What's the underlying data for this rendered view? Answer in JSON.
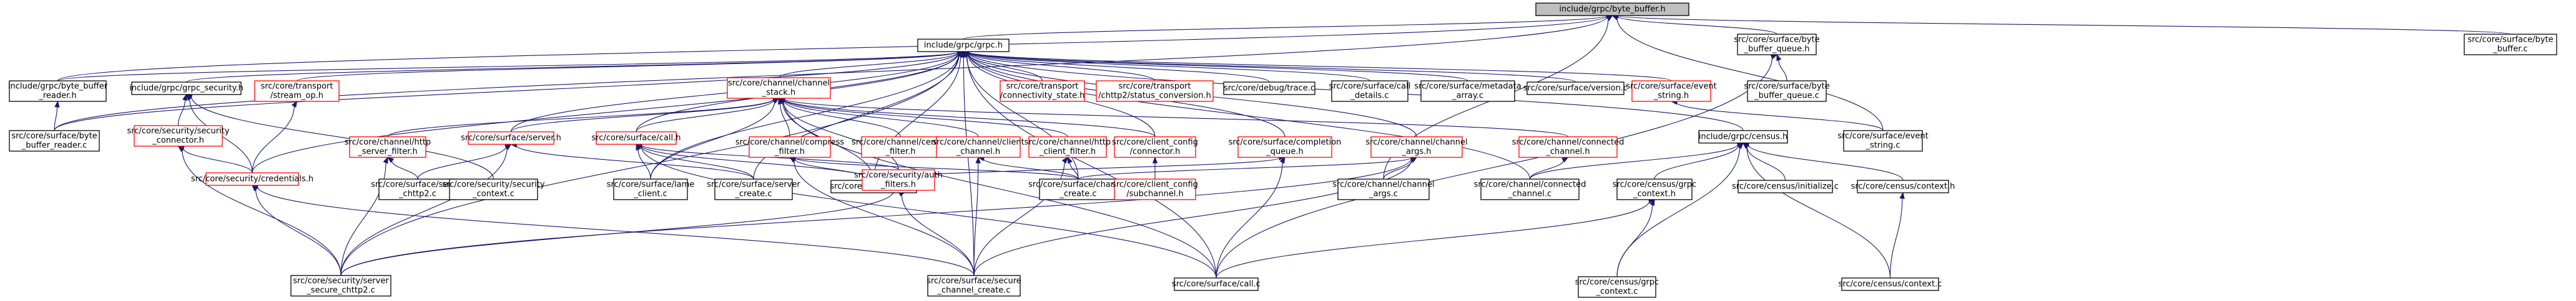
{
  "graph": {
    "title": "include/grpc/byte_buffer.h",
    "nodes": [
      {
        "id": "byte_buffer_h",
        "lines": [
          "include/grpc/byte_buffer.h"
        ],
        "style": "root"
      },
      {
        "id": "grpc_h",
        "lines": [
          "include/grpc/grpc.h"
        ],
        "style": "black"
      },
      {
        "id": "sbq_h",
        "lines": [
          "src/core/surface/byte",
          "_buffer_queue.h"
        ],
        "style": "black"
      },
      {
        "id": "sb_c",
        "lines": [
          "src/core/surface/byte",
          "_buffer.c"
        ],
        "style": "black"
      },
      {
        "id": "bbr_h",
        "lines": [
          "include/grpc/byte_buffer",
          "_reader.h"
        ],
        "style": "black"
      },
      {
        "id": "grpc_security_h",
        "lines": [
          "include/grpc/grpc_security.h"
        ],
        "style": "black"
      },
      {
        "id": "stream_op_h",
        "lines": [
          "src/core/transport",
          "/stream_op.h"
        ],
        "style": "red"
      },
      {
        "id": "channel_stack_h",
        "lines": [
          "src/core/channel/channel",
          "_stack.h"
        ],
        "style": "red"
      },
      {
        "id": "connectivity_state_h",
        "lines": [
          "src/core/transport",
          "/connectivity_state.h"
        ],
        "style": "red"
      },
      {
        "id": "status_conversion_h",
        "lines": [
          "src/core/transport",
          "/chttp2/status_conversion.h"
        ],
        "style": "red"
      },
      {
        "id": "trace_c",
        "lines": [
          "src/core/debug/trace.c"
        ],
        "style": "black"
      },
      {
        "id": "call_details_c",
        "lines": [
          "src/core/surface/call",
          "_details.c"
        ],
        "style": "black"
      },
      {
        "id": "metadata_array_c",
        "lines": [
          "src/core/surface/metadata",
          "_array.c"
        ],
        "style": "black"
      },
      {
        "id": "version_c",
        "lines": [
          "src/core/surface/version.c"
        ],
        "style": "black"
      },
      {
        "id": "event_string_h",
        "lines": [
          "src/core/surface/event",
          "_string.h"
        ],
        "style": "red"
      },
      {
        "id": "sbq_c",
        "lines": [
          "src/core/surface/byte",
          "_buffer_queue.c"
        ],
        "style": "black"
      },
      {
        "id": "bbr_c",
        "lines": [
          "src/core/surface/byte",
          "_buffer_reader.c"
        ],
        "style": "black"
      },
      {
        "id": "security_connector_h",
        "lines": [
          "src/core/security/security",
          "_connector.h"
        ],
        "style": "red"
      },
      {
        "id": "credentials_h",
        "lines": [
          "src/core/security/credentials.h"
        ],
        "style": "red"
      },
      {
        "id": "http_server_filter_h",
        "lines": [
          "src/core/channel/http",
          "_server_filter.h"
        ],
        "style": "red"
      },
      {
        "id": "server_h",
        "lines": [
          "src/core/surface/server.h"
        ],
        "style": "red"
      },
      {
        "id": "call_h",
        "lines": [
          "src/core/surface/call.h"
        ],
        "style": "red"
      },
      {
        "id": "compress_filter_h",
        "lines": [
          "src/core/channel/compress",
          "_filter.h"
        ],
        "style": "red"
      },
      {
        "id": "census_filter_h",
        "lines": [
          "src/core/channel/census",
          "_filter.h"
        ],
        "style": "red"
      },
      {
        "id": "client_channel_h",
        "lines": [
          "src/core/channel/client",
          "_channel.h"
        ],
        "style": "red"
      },
      {
        "id": "http_client_filter_h",
        "lines": [
          "src/core/channel/http",
          "_client_filter.h"
        ],
        "style": "red"
      },
      {
        "id": "connector_h",
        "lines": [
          "src/core/client_config",
          "/connector.h"
        ],
        "style": "red"
      },
      {
        "id": "completion_queue_h",
        "lines": [
          "src/core/surface/completion",
          "_queue.h"
        ],
        "style": "red"
      },
      {
        "id": "channel_args_h",
        "lines": [
          "src/core/channel/channel",
          "_args.h"
        ],
        "style": "red"
      },
      {
        "id": "connected_channel_h",
        "lines": [
          "src/core/channel/connected",
          "_channel.h"
        ],
        "style": "red"
      },
      {
        "id": "census_h",
        "lines": [
          "include/grpc/census.h"
        ],
        "style": "black"
      },
      {
        "id": "event_string_c",
        "lines": [
          "src/core/surface/event",
          "_string.c"
        ],
        "style": "black"
      },
      {
        "id": "server_chttp2_c",
        "lines": [
          "src/core/surface/server",
          "_chttp2.c"
        ],
        "style": "black"
      },
      {
        "id": "security_context_c",
        "lines": [
          "src/core/security/security",
          "_context.c"
        ],
        "style": "black"
      },
      {
        "id": "lame_client_c",
        "lines": [
          "src/core/surface/lame",
          "_client.c"
        ],
        "style": "black"
      },
      {
        "id": "server_create_c",
        "lines": [
          "src/core/surface/server",
          "_create.c"
        ],
        "style": "black"
      },
      {
        "id": "init_c",
        "lines": [
          "src/core/surface/init.c"
        ],
        "style": "black"
      },
      {
        "id": "channel_create_c",
        "lines": [
          "src/core/surface/channel",
          "_create.c"
        ],
        "style": "black"
      },
      {
        "id": "subchannel_h",
        "lines": [
          "src/core/client_config",
          "/subchannel.h"
        ],
        "style": "red"
      },
      {
        "id": "channel_args_c",
        "lines": [
          "src/core/channel/channel",
          "_args.c"
        ],
        "style": "black"
      },
      {
        "id": "connected_channel_c",
        "lines": [
          "src/core/channel/connected",
          "_channel.c"
        ],
        "style": "black"
      },
      {
        "id": "census_grpc_context_h",
        "lines": [
          "src/core/census/grpc",
          "_context.h"
        ],
        "style": "black"
      },
      {
        "id": "census_initialize_c",
        "lines": [
          "src/core/census/initialize.c"
        ],
        "style": "black"
      },
      {
        "id": "census_context_h",
        "lines": [
          "src/core/census/context.h"
        ],
        "style": "black"
      },
      {
        "id": "auth_filters_h",
        "lines": [
          "src/core/security/auth",
          "_filters.h"
        ],
        "style": "red"
      },
      {
        "id": "server_secure_chttp2_c",
        "lines": [
          "src/core/security/server",
          "_secure_chttp2.c"
        ],
        "style": "black"
      },
      {
        "id": "secure_channel_create_c",
        "lines": [
          "src/core/surface/secure",
          "_channel_create.c"
        ],
        "style": "black"
      },
      {
        "id": "call_c",
        "lines": [
          "src/core/surface/call.c"
        ],
        "style": "black"
      },
      {
        "id": "census_grpc_context_c",
        "lines": [
          "src/core/census/grpc",
          "_context.c"
        ],
        "style": "black"
      },
      {
        "id": "census_context_c",
        "lines": [
          "src/core/census/context.c"
        ],
        "style": "black"
      }
    ],
    "edges": [
      [
        "byte_buffer_h",
        "grpc_h"
      ],
      [
        "byte_buffer_h",
        "sbq_h"
      ],
      [
        "byte_buffer_h",
        "sb_c"
      ],
      [
        "byte_buffer_h",
        "bbr_h"
      ],
      [
        "byte_buffer_h",
        "bbr_c"
      ],
      [
        "byte_buffer_h",
        "event_string_c"
      ],
      [
        "byte_buffer_h",
        "channel_args_c"
      ],
      [
        "sbq_h",
        "sbq_c"
      ],
      [
        "sbq_h",
        "call_c"
      ],
      [
        "grpc_h",
        "bbr_h"
      ],
      [
        "grpc_h",
        "bbr_c"
      ],
      [
        "grpc_h",
        "grpc_security_h"
      ],
      [
        "grpc_h",
        "stream_op_h"
      ],
      [
        "grpc_h",
        "channel_stack_h"
      ],
      [
        "grpc_h",
        "connectivity_state_h"
      ],
      [
        "grpc_h",
        "status_conversion_h"
      ],
      [
        "grpc_h",
        "trace_c"
      ],
      [
        "grpc_h",
        "call_details_c"
      ],
      [
        "grpc_h",
        "metadata_array_c"
      ],
      [
        "grpc_h",
        "version_c"
      ],
      [
        "grpc_h",
        "event_string_h"
      ],
      [
        "grpc_h",
        "census_h"
      ],
      [
        "grpc_h",
        "credentials_h"
      ],
      [
        "grpc_h",
        "server_h"
      ],
      [
        "grpc_h",
        "call_h"
      ],
      [
        "grpc_h",
        "completion_queue_h"
      ],
      [
        "grpc_h",
        "channel_args_h"
      ],
      [
        "grpc_h",
        "connector_h"
      ],
      [
        "grpc_h",
        "lame_client_c"
      ],
      [
        "grpc_h",
        "server_create_c"
      ],
      [
        "grpc_h",
        "init_c"
      ],
      [
        "grpc_h",
        "channel_create_c"
      ],
      [
        "grpc_h",
        "server_secure_chttp2_c"
      ],
      [
        "grpc_h",
        "secure_channel_create_c"
      ],
      [
        "grpc_h",
        "call_c"
      ],
      [
        "grpc_h",
        "connected_channel_c"
      ],
      [
        "bbr_h",
        "bbr_c"
      ],
      [
        "grpc_security_h",
        "security_connector_h"
      ],
      [
        "grpc_security_h",
        "credentials_h"
      ],
      [
        "grpc_security_h",
        "security_context_c"
      ],
      [
        "stream_op_h",
        "credentials_h"
      ],
      [
        "security_connector_h",
        "credentials_h"
      ],
      [
        "security_connector_h",
        "server_secure_chttp2_c"
      ],
      [
        "credentials_h",
        "server_secure_chttp2_c"
      ],
      [
        "credentials_h",
        "secure_channel_create_c"
      ],
      [
        "channel_stack_h",
        "http_server_filter_h"
      ],
      [
        "channel_stack_h",
        "server_h"
      ],
      [
        "channel_stack_h",
        "call_h"
      ],
      [
        "channel_stack_h",
        "compress_filter_h"
      ],
      [
        "channel_stack_h",
        "census_filter_h"
      ],
      [
        "channel_stack_h",
        "client_channel_h"
      ],
      [
        "channel_stack_h",
        "http_client_filter_h"
      ],
      [
        "channel_stack_h",
        "connector_h"
      ],
      [
        "channel_stack_h",
        "connected_channel_h"
      ],
      [
        "channel_stack_h",
        "auth_filters_h"
      ],
      [
        "channel_stack_h",
        "lame_client_c"
      ],
      [
        "channel_stack_h",
        "init_c"
      ],
      [
        "channel_stack_h",
        "call_c"
      ],
      [
        "http_server_filter_h",
        "server_chttp2_c"
      ],
      [
        "http_server_filter_h",
        "server_secure_chttp2_c"
      ],
      [
        "server_h",
        "server_chttp2_c"
      ],
      [
        "server_h",
        "server_create_c"
      ],
      [
        "server_h",
        "server_secure_chttp2_c"
      ],
      [
        "call_h",
        "lame_client_c"
      ],
      [
        "call_h",
        "server_create_c"
      ],
      [
        "call_h",
        "init_c"
      ],
      [
        "call_h",
        "auth_filters_h"
      ],
      [
        "call_h",
        "call_c"
      ],
      [
        "compress_filter_h",
        "init_c"
      ],
      [
        "compress_filter_h",
        "channel_create_c"
      ],
      [
        "compress_filter_h",
        "secure_channel_create_c"
      ],
      [
        "client_channel_h",
        "channel_create_c"
      ],
      [
        "client_channel_h",
        "secure_channel_create_c"
      ],
      [
        "http_client_filter_h",
        "channel_create_c"
      ],
      [
        "http_client_filter_h",
        "secure_channel_create_c"
      ],
      [
        "connector_h",
        "subchannel_h"
      ],
      [
        "completion_queue_h",
        "init_c"
      ],
      [
        "completion_queue_h",
        "call_c"
      ],
      [
        "channel_args_h",
        "channel_args_c"
      ],
      [
        "channel_args_h",
        "channel_create_c"
      ],
      [
        "channel_args_h",
        "secure_channel_create_c"
      ],
      [
        "channel_args_h",
        "server_secure_chttp2_c"
      ],
      [
        "connected_channel_h",
        "connected_channel_c"
      ],
      [
        "census_h",
        "census_grpc_context_h"
      ],
      [
        "census_h",
        "census_initialize_c"
      ],
      [
        "census_h",
        "census_context_h"
      ],
      [
        "census_h",
        "census_grpc_context_c"
      ],
      [
        "census_h",
        "census_context_c"
      ],
      [
        "census_h",
        "connected_channel_c"
      ],
      [
        "census_grpc_context_h",
        "census_grpc_context_c"
      ],
      [
        "census_grpc_context_h",
        "call_c"
      ],
      [
        "census_context_h",
        "census_context_c"
      ],
      [
        "auth_filters_h",
        "server_secure_chttp2_c"
      ],
      [
        "auth_filters_h",
        "secure_channel_create_c"
      ],
      [
        "event_string_h",
        "event_string_c"
      ]
    ]
  }
}
